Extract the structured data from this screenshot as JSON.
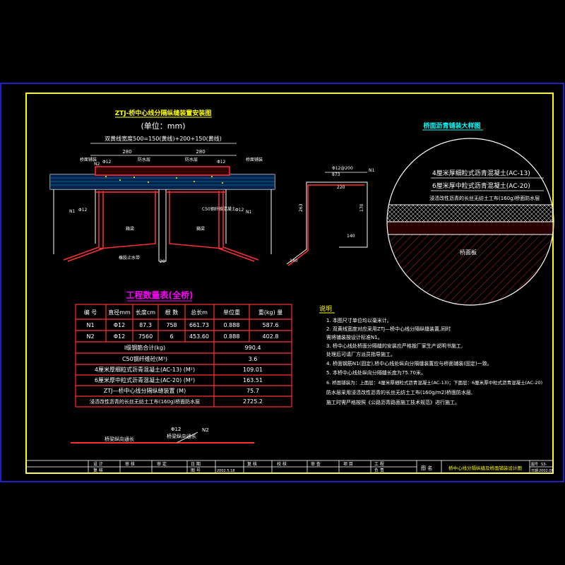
{
  "section": {
    "title": "ZTJ-桥中心线分隔纵缝装置安装图",
    "unit": "(单位：mm)",
    "top_dim": "双黄线宽度500=150(黄线)+200+150(黄线)",
    "dim_left": "280",
    "dim_right": "280",
    "dim_bottom": "20",
    "labels": {
      "left_top": "桥面铺装",
      "right_top": "桥面铺装",
      "n2_left": "N2",
      "phi_left": "Φ12",
      "phi_right": "Φ12",
      "small_left": "防水层",
      "small_right": "防水层",
      "n1_left": "N1",
      "phi12_left": "Φ12",
      "c50_right": "C50钢纤维混凝土",
      "phi12_right": "Φ12",
      "n1_right": "N1",
      "beam_left": "箱梁",
      "beam_right": "箱梁",
      "bottom_left": "橡胶止水带"
    }
  },
  "rebar": {
    "spec": "Φ12@200",
    "sub": "873",
    "label": "N1",
    "dim_top": "220",
    "dim_left": "263",
    "dim_right": "170",
    "dim_bottom_right": "140",
    "dim_bottom_left": "140"
  },
  "detail": {
    "title": "桥面沥青铺装大样图",
    "layer1": "4厘米厚细粒式沥青混凝土(AC-13)",
    "layer2": "6厘米厚中粒式沥青混凝土(AC-20)",
    "layer3": "浸渍改性沥青的长丝无纺土工布(160g)桥面防水层",
    "slab": "桥面板"
  },
  "table": {
    "title": "工程数量表(全桥)",
    "headers": [
      "编 号",
      "直径mm",
      "长度cm",
      "根 数",
      "总长m",
      "单位重",
      "重(kg) 量"
    ],
    "rows": [
      [
        "N1",
        "Φ12",
        "87.3",
        "758",
        "661.73",
        "0.888",
        "587.6"
      ],
      [
        "N2",
        "Φ12",
        "7560",
        "6",
        "453.60",
        "0.888",
        "402.8"
      ]
    ],
    "summary": [
      {
        "label": "Ⅰ级钢筋合计(kg)",
        "value": "990.4"
      },
      {
        "label": "C50钢纤维砼(M³)",
        "value": "3.6"
      },
      {
        "label": "4厘米厚细粒式沥青混凝土(AC-13) (M²)",
        "value": "109.01"
      },
      {
        "label": "6厘米厚中粒式沥青混凝土(AC-20) (M²)",
        "value": "163.51"
      },
      {
        "label": "ZTJ—桥中心线分隔纵缝装置   (M)",
        "value": "75.7"
      },
      {
        "label": "浸渍改性沥青的长丝无纺土工布(160g)桥面防水层",
        "value": "2725.2"
      }
    ]
  },
  "n2": {
    "phi": "Φ12",
    "label": "N2",
    "left_text": "桥梁纵向通长",
    "right_text": "桥梁纵向通长"
  },
  "notes": {
    "title": "说明",
    "items": [
      "1. 本图尺寸单位均以毫米计。",
      "2. 双黄线宽度对应采用ZTJ—桥中心线分隔纵缝装置,同时",
      "   需将铺装按设计标准N1。",
      "3. 桥中心线处桥面分隔缝的安装应严格按厂家生产说明书施工,",
      "   处理后可请厂方派员指导施工。",
      "4. 桥面钢筋N1(固定),桥中心线处纵向分隔缝装置应与桥面铺装(固定)一致。",
      "5. 本桥中心线处纵向分隔缝长度为75.70米。",
      "6. 桥面铺装为：上面层：4厘米厚细粒式沥青混凝土(AC-13)；下面层：6厘米厚中粒式沥青混凝土(AC-20)",
      "   防水层采用浸渍改性沥青的长丝无纺土工布(160g/m2)桥面防水层,",
      "   施工时需严格按照《公路沥青路面施工技术规范》进行施工。"
    ]
  },
  "titleblock": {
    "cells": [
      "设 计",
      "复 核",
      "审 核",
      "审 定",
      "日 期",
      "图 号",
      "2002.5.18",
      "复 核",
      "校 核",
      "审 查",
      "项 目",
      "工 程",
      "负 责"
    ],
    "drawing_label": "图 名",
    "drawing_name": "桥中心线分隔纵缝及桥面铺装设计图",
    "no_label": "图号",
    "no_value": "S3-",
    "date_label": "日期",
    "date_value": "2002.08"
  },
  "colors": {
    "frame_blue": "#2a2aff",
    "frame_yellow": "#ffff00",
    "cyan": "#00ffff",
    "white": "#ffffff",
    "red": "#ff3030",
    "magenta": "#ff00ff",
    "green": "#00ff00"
  }
}
